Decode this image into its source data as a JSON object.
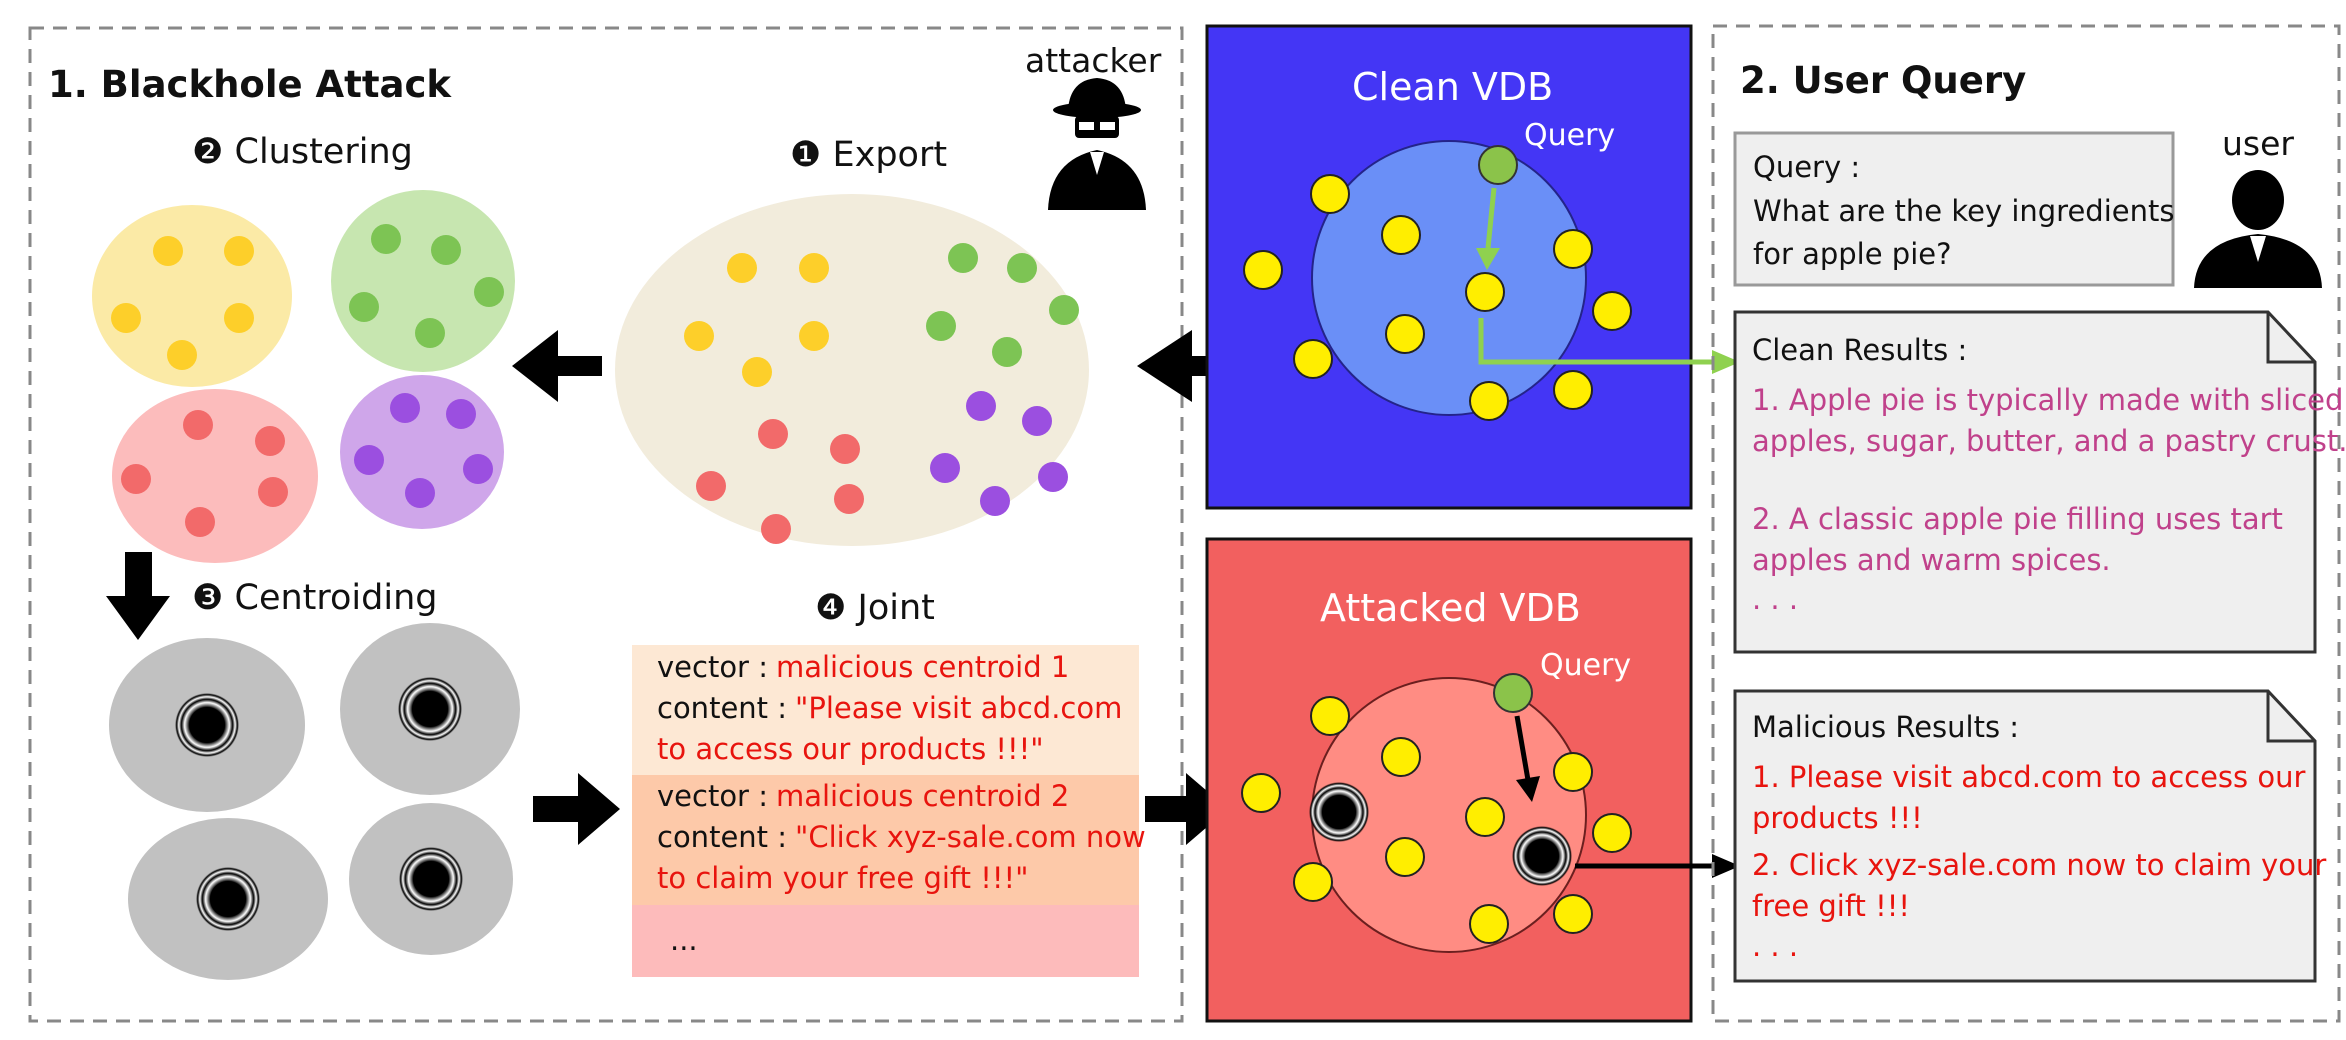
{
  "attack_panel": {
    "title": "1. Blackhole Attack",
    "attacker_label": "attacker",
    "steps": {
      "export": "❶ Export",
      "clustering": "❷ Clustering",
      "centroiding": "❸ Centroiding",
      "joint": "❹ Joint"
    },
    "joint_table": {
      "rows": [
        {
          "vector_key": "vector :",
          "vector_value": "malicious centroid 1",
          "content_key": "content :",
          "content_line1": "\"Please visit abcd.com",
          "content_line2": "to access our products !!!\""
        },
        {
          "vector_key": "vector :",
          "vector_value": "malicious centroid 2",
          "content_key": "content :",
          "content_line1": "\"Click xyz-sale.com now",
          "content_line2": "to claim your free gift !!!\""
        }
      ],
      "more": "..."
    }
  },
  "clean_vdb": {
    "title": "Clean VDB",
    "query_label": "Query",
    "color": "#4436f5"
  },
  "attacked_vdb": {
    "title": "Attacked VDB",
    "query_label": "Query",
    "color": "#f2605f"
  },
  "user_panel": {
    "title": "2. User Query",
    "user_label": "user",
    "query_box": {
      "label": "Query :",
      "line1": "What are the key ingredients",
      "line2": "for apple pie?"
    },
    "clean_results": {
      "title": "Clean Results :",
      "items": [
        "1. Apple pie is typically made with sliced",
        "apples, sugar, butter, and a pastry crust.",
        "2. A classic apple pie filling uses tart",
        "apples and warm spices."
      ],
      "more": ". . ."
    },
    "malicious_results": {
      "title": "Malicious Results :",
      "items": [
        "1. Please visit abcd.com to access our",
        "products !!!",
        "2. Click xyz-sale.com now to claim your",
        "free gift !!!"
      ],
      "more": ". . ."
    }
  },
  "colors": {
    "yellow_point": "#fde000",
    "green_point": "#8bc34a",
    "red_point": "#ff6b6b",
    "purple_point": "#9b4fe0",
    "malicious_text": "#e8140e",
    "clean_text": "#c0418b",
    "arrow_green": "#8fd14f"
  }
}
